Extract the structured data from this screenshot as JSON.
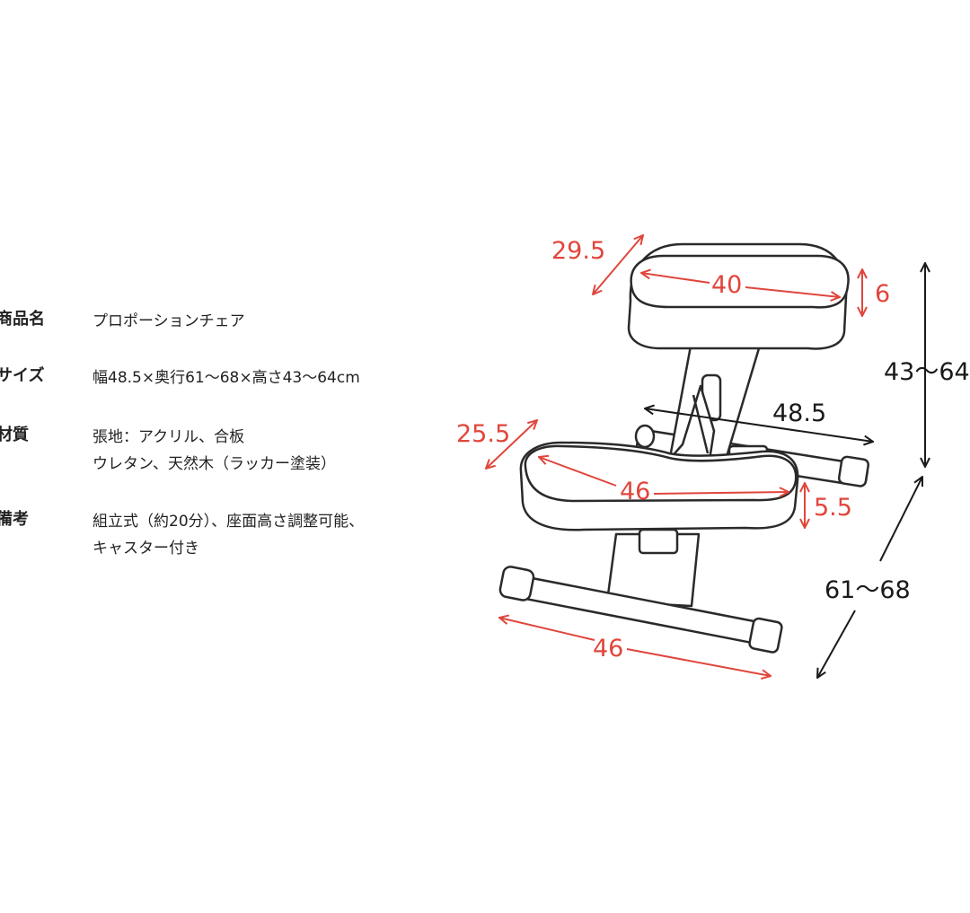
{
  "specs": [
    {
      "label": "商品名",
      "lines": [
        "プロポーションチェア"
      ]
    },
    {
      "label": "サイズ",
      "lines": [
        "幅48.5×奥行61～68×高さ43～64cm"
      ]
    },
    {
      "label": "材質",
      "lines": [
        "張地：アクリル、合板",
        "ウレタン、天然木（ラッカー塗装）"
      ]
    },
    {
      "label": "備考",
      "lines": [
        "組立式（約20分）、座面高さ調整可能、",
        "キャスター付き"
      ]
    }
  ],
  "dimensions": {
    "upper_depth": "29.5",
    "upper_width": "40",
    "upper_thickness": "6",
    "total_height": "43～64",
    "base_width": "48.5",
    "seat_depth": "25.5",
    "seat_width": "46",
    "seat_thickness": "5.5",
    "foot_width": "46",
    "total_depth": "61～68"
  },
  "colors": {
    "dimension_red": "#e0463c",
    "dimension_black": "#1a1a1a",
    "outline": "#2a2a2a",
    "fill": "#ffffff"
  }
}
